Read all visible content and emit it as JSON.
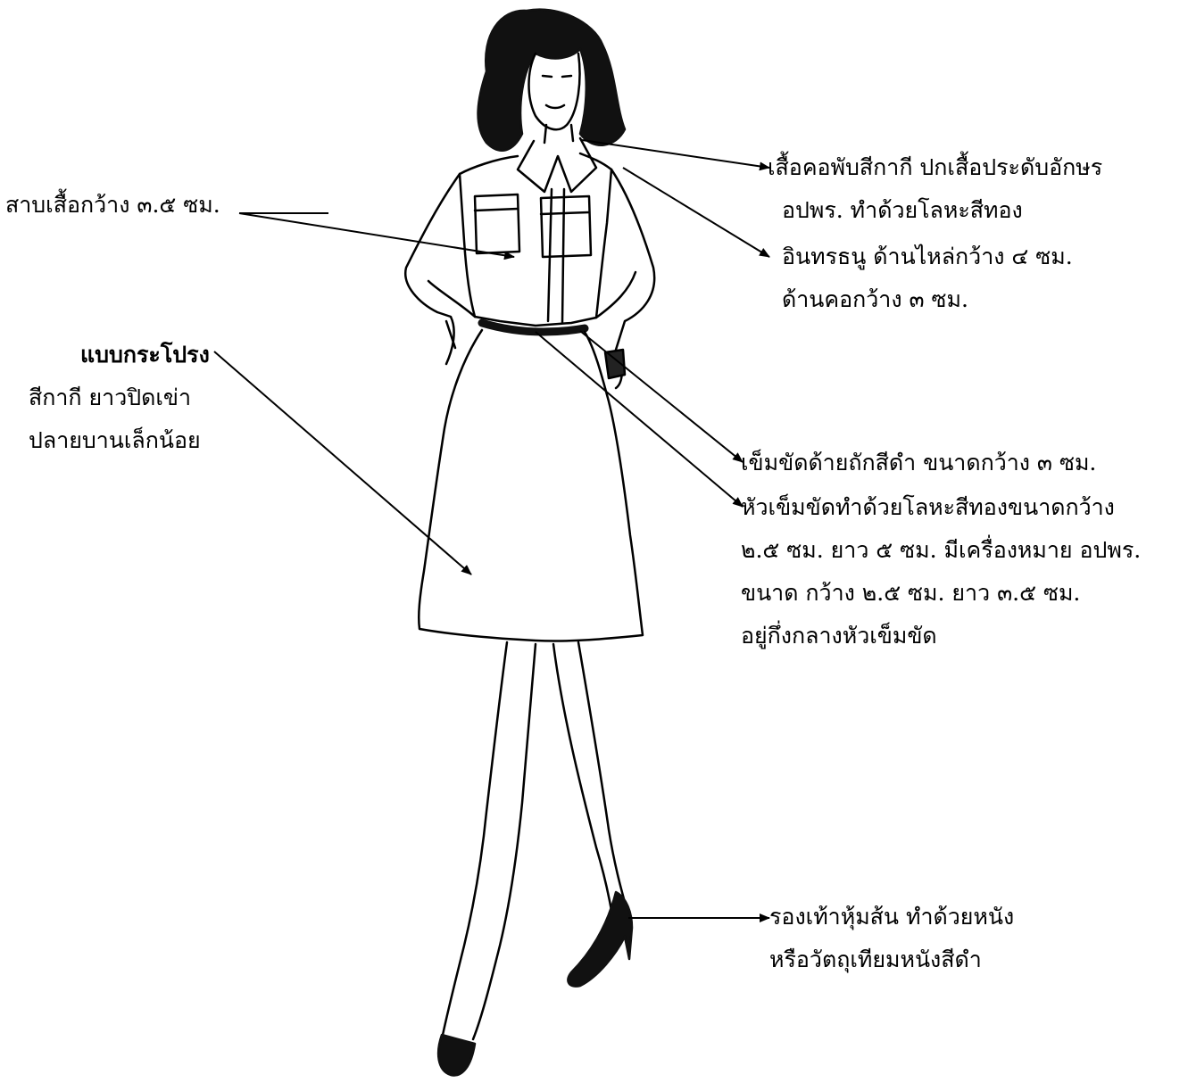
{
  "labels": {
    "collar": [
      "เสื้อคอพับสีกากี   ปกเสื้อประดับอักษร",
      "อปพร. ทำด้วยโลหะสีทอง"
    ],
    "epaulette": [
      "อินทรธนู ด้านไหล่กว้าง ๔ ซม.",
      "ด้านคอกว้าง ๓ ซม."
    ],
    "placket": "สาบเสื้อกว้าง ๓.๕ ซม.",
    "skirt": {
      "title": "แบบกระโปรง",
      "lines": [
        "สีกากี  ยาวปิดเข่า",
        "ปลายบานเล็กน้อย"
      ]
    },
    "belt": "เข็มขัดด้ายถักสีดำ ขนาดกว้าง ๓ ซม.",
    "buckle": [
      "หัวเข็มขัดทำด้วยโลหะสีทองขนาดกว้าง",
      "๒.๕ ซม. ยาว ๕ ซม. มีเครื่องหมาย อปพร.",
      "ขนาด กว้าง ๒.๕ ซม. ยาว ๓.๕ ซม.",
      "อยู่กึ่งกลางหัวเข็มขัด"
    ],
    "shoes": [
      "รองเท้าหุ้มส้น ทำด้วยหนัง",
      "หรือวัตถุเทียมหนังสีดำ"
    ]
  }
}
